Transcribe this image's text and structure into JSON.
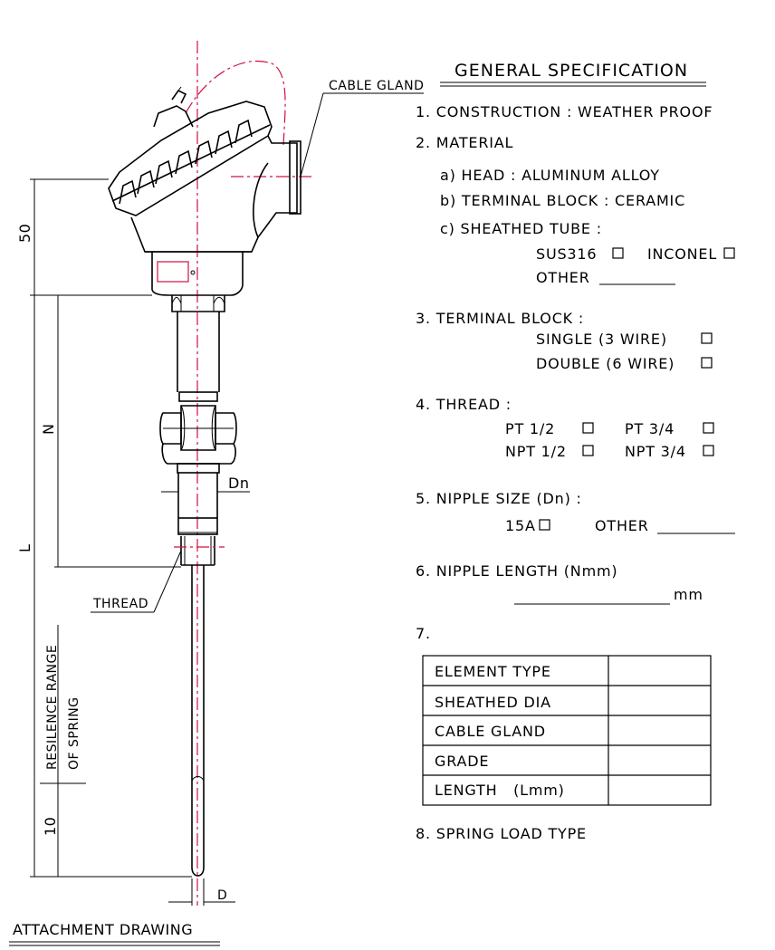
{
  "drawing": {
    "cable_gland_label": "CABLE GLAND",
    "dim_50": "50",
    "dim_n": "N",
    "dim_l": "L",
    "dim_dn": "Dn",
    "thread_label": "THREAD",
    "resilience_line1": "RESILENCE RANGE",
    "resilience_line2": "OF SPRING",
    "dim_10": "10",
    "dim_d": "D",
    "caption": "ATTACHMENT DRAWING"
  },
  "spec": {
    "title": "GENERAL SPECIFICATION",
    "item1": "1. CONSTRUCTION : WEATHER PROOF",
    "item2": "2. MATERIAL",
    "item2a": "a) HEAD : ALUMINUM ALLOY",
    "item2b": "b) TERMINAL BLOCK : CERAMIC",
    "item2c": "c) SHEATHED TUBE :",
    "sus316": "SUS316",
    "inconel": "INCONEL",
    "other_tube": "OTHER",
    "item3": "3. TERMINAL BLOCK :",
    "single": "SINGLE (3 WIRE)",
    "double": "DOUBLE (6 WIRE)",
    "item4": "4. THREAD :",
    "pt12": "PT 1/2",
    "pt34": "PT 3/4",
    "npt12": "NPT 1/2",
    "npt34": "NPT 3/4",
    "item5": "5. NIPPLE SIZE (Dn) :",
    "a15": "15A",
    "other_nipple": "OTHER",
    "item6": "6. NIPPLE LENGTH (Nmm)",
    "mm": "mm",
    "item7": "7.",
    "table": [
      {
        "label": "ELEMENT TYPE",
        "value": ""
      },
      {
        "label": "SHEATHED DIA",
        "value": ""
      },
      {
        "label": "CABLE GLAND",
        "value": ""
      },
      {
        "label": "GRADE",
        "value": ""
      },
      {
        "label": "LENGTH   (Lmm)",
        "value": ""
      }
    ],
    "item8": "8. SPRING LOAD TYPE"
  }
}
